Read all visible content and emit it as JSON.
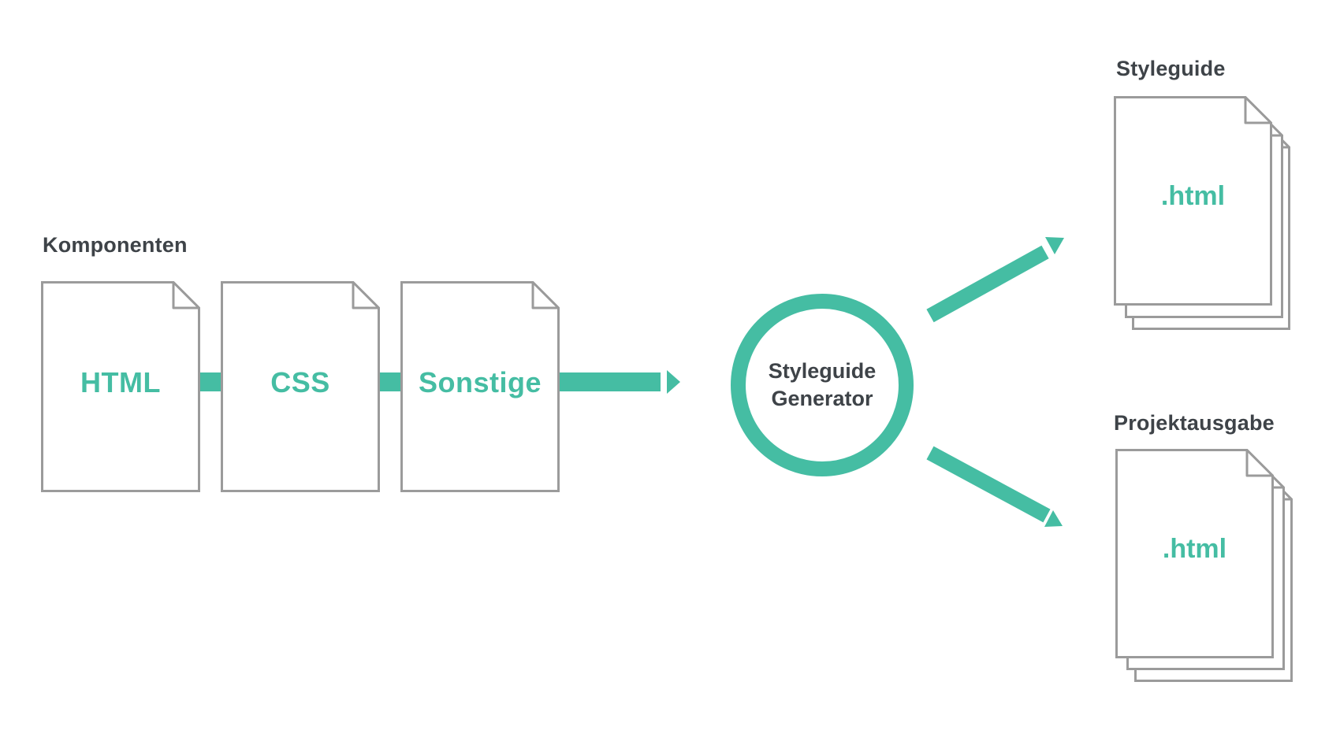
{
  "palette": {
    "accent": "#45BDA3",
    "sheet_border": "#9B9B9B",
    "text_dark": "#3E4348",
    "background": "#FFFFFF"
  },
  "komponenten": {
    "label": "Komponenten",
    "docs": [
      {
        "label": "HTML"
      },
      {
        "label": "CSS"
      },
      {
        "label": "Sonstige"
      }
    ]
  },
  "generator": {
    "line1": "Styleguide",
    "line2": "Generator"
  },
  "outputs": {
    "styleguide": {
      "label": "Styleguide",
      "file": ".html"
    },
    "projektausgabe": {
      "label": "Projektausgabe",
      "file": ".html"
    }
  }
}
